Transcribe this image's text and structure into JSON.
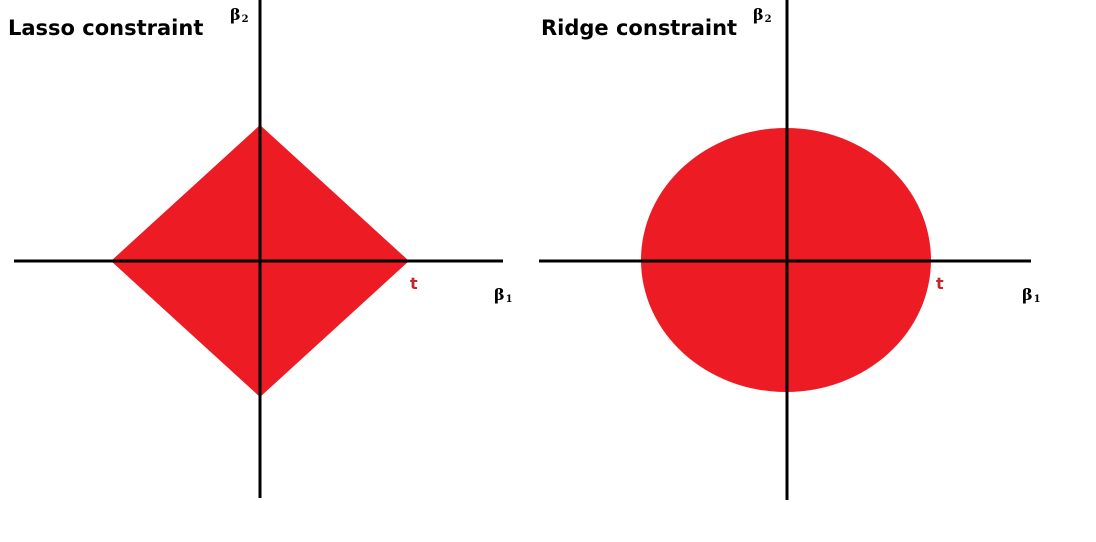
{
  "colors": {
    "region_fill": "#ed1c24",
    "axis": "#000000",
    "t_label": "#c0282d"
  },
  "panels": [
    {
      "title": "Lasso constraint",
      "shape": "diamond",
      "x_label": "β",
      "x_sub": "1",
      "y_label": "β",
      "y_sub": "2",
      "t_label": "t"
    },
    {
      "title": "Ridge constraint",
      "shape": "circle",
      "x_label": "β",
      "x_sub": "1",
      "y_label": "β",
      "y_sub": "2",
      "t_label": "t"
    }
  ]
}
